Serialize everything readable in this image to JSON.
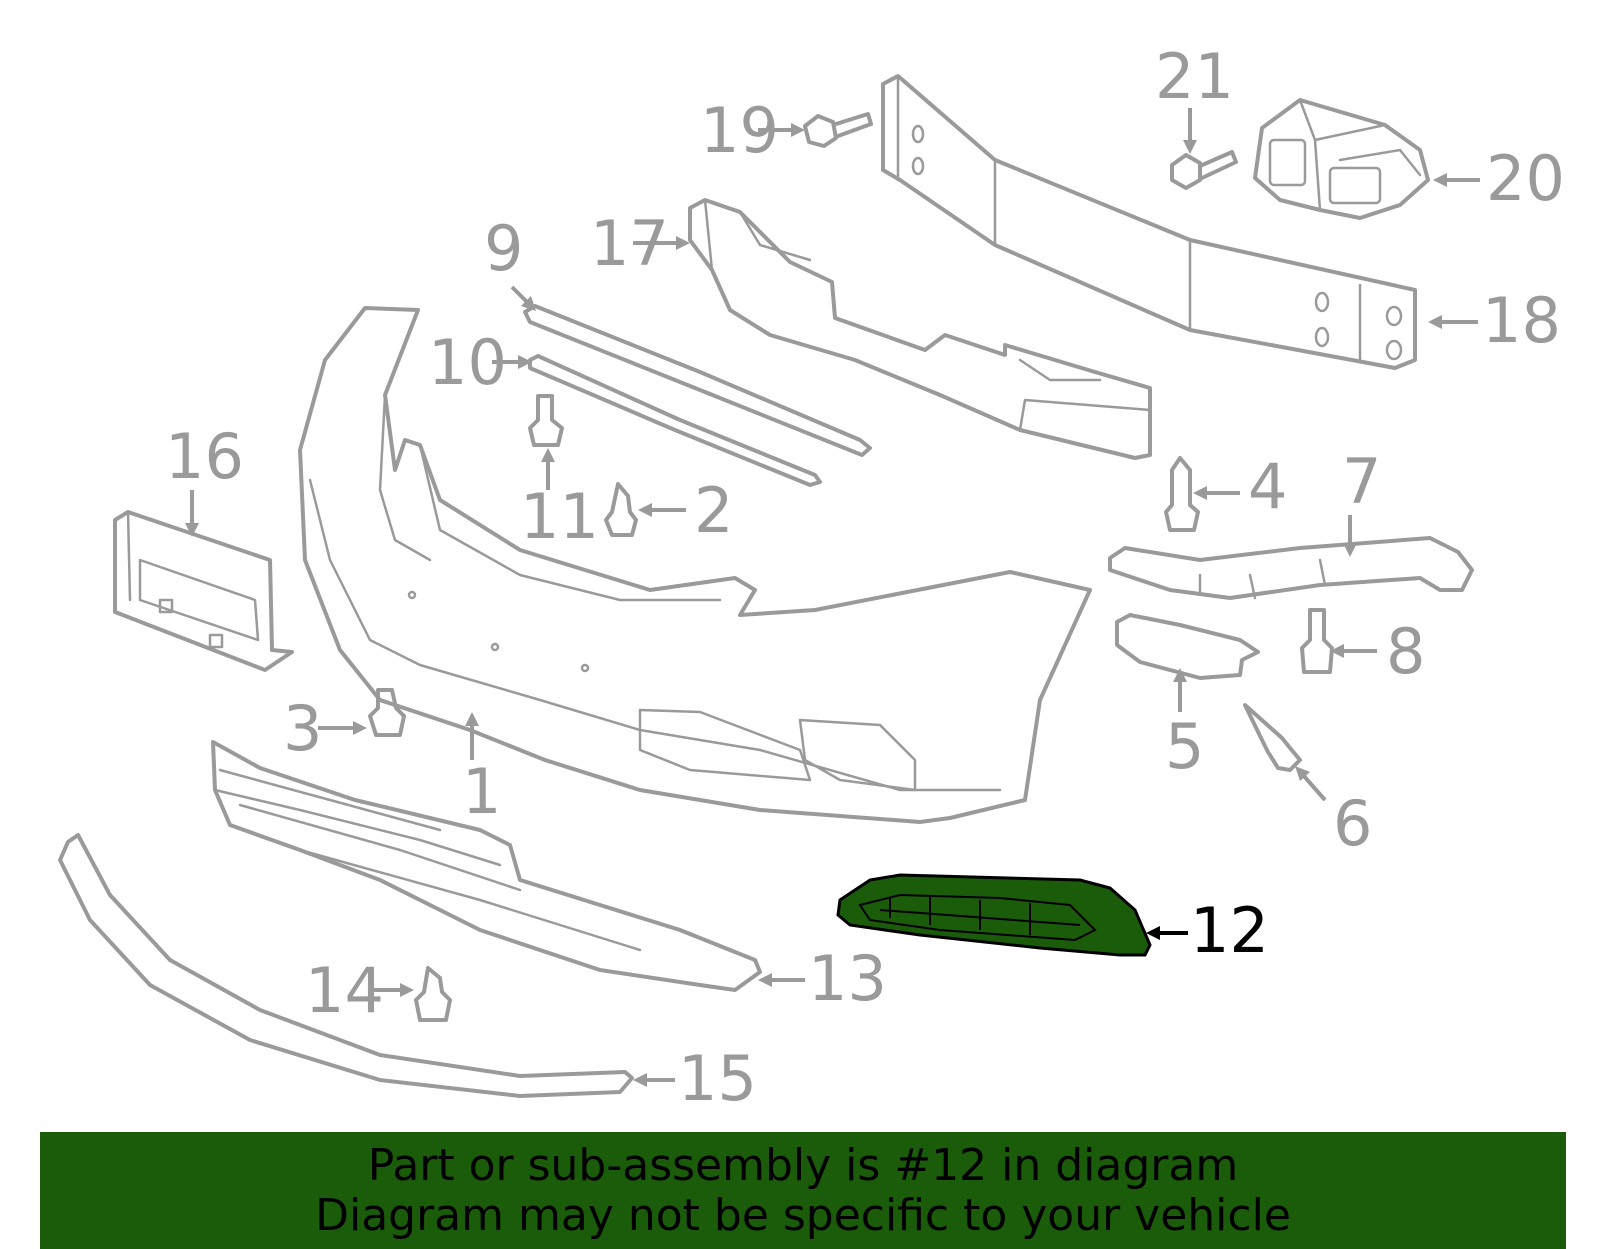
{
  "diagram": {
    "highlighted_part": "12",
    "highlight_color": "#1a5c0a",
    "part_line_color": "#9a9a9a",
    "callouts": {
      "c1": "1",
      "c2": "2",
      "c3": "3",
      "c4": "4",
      "c5": "5",
      "c6": "6",
      "c7": "7",
      "c8": "8",
      "c9": "9",
      "c10": "10",
      "c11": "11",
      "c12": "12",
      "c13": "13",
      "c14": "14",
      "c15": "15",
      "c16": "16",
      "c17": "17",
      "c18": "18",
      "c19": "19",
      "c20": "20",
      "c21": "21"
    }
  },
  "banner": {
    "line1": "Part or sub-assembly is #12 in diagram",
    "line2": "Diagram may not be specific to your vehicle",
    "background": "#1a5c0a"
  }
}
